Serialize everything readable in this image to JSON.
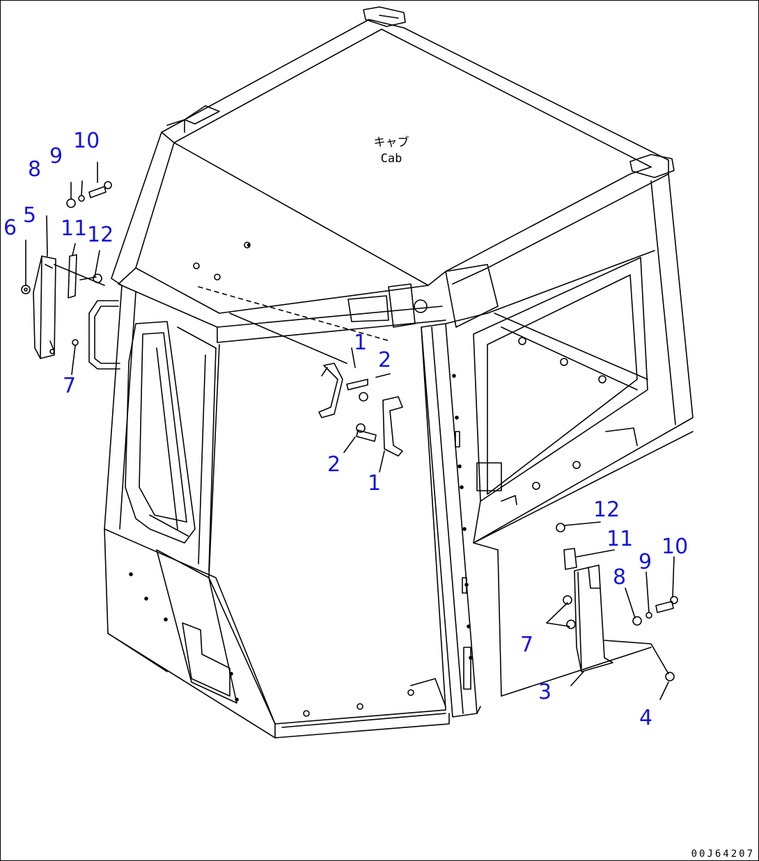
{
  "cab_label": {
    "jp": "キャブ",
    "en": "Cab"
  },
  "callouts": [
    {
      "id": "c1",
      "text": "10"
    },
    {
      "id": "c2",
      "text": "9"
    },
    {
      "id": "c3",
      "text": "8"
    },
    {
      "id": "c4",
      "text": "5"
    },
    {
      "id": "c5",
      "text": "6"
    },
    {
      "id": "c6",
      "text": "11"
    },
    {
      "id": "c7",
      "text": "12"
    },
    {
      "id": "c8",
      "text": "7"
    },
    {
      "id": "c9",
      "text": "1"
    },
    {
      "id": "c10",
      "text": "2"
    },
    {
      "id": "c11",
      "text": "2"
    },
    {
      "id": "c12",
      "text": "1"
    },
    {
      "id": "c13",
      "text": "12"
    },
    {
      "id": "c14",
      "text": "11"
    },
    {
      "id": "c15",
      "text": "10"
    },
    {
      "id": "c16",
      "text": "9"
    },
    {
      "id": "c17",
      "text": "8"
    },
    {
      "id": "c18",
      "text": "7"
    },
    {
      "id": "c19",
      "text": "3"
    },
    {
      "id": "c20",
      "text": "4"
    }
  ],
  "diagram_code": "00J64207",
  "colors": {
    "callout": "#1212e0",
    "line": "#000000",
    "background": "#ffffff"
  }
}
